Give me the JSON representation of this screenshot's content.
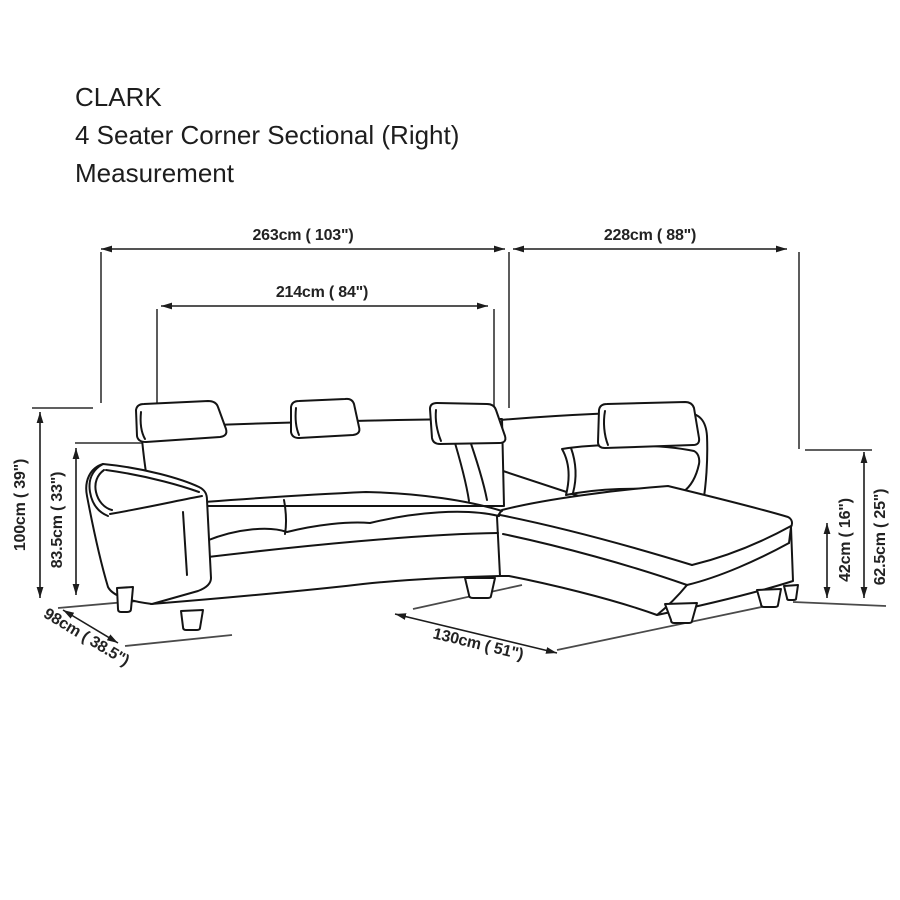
{
  "title": {
    "line1": "CLARK",
    "line2": "4 Seater Corner Sectional (Right)",
    "line3": "Measurement"
  },
  "dims": {
    "total_width": "263cm ( 103\")",
    "right_side_width": "228cm ( 88\")",
    "inner_width": "214cm ( 84\")",
    "total_height": "100cm ( 39\")",
    "back_height": "83.5cm ( 33\")",
    "seat_depth": "98cm ( 38.5\")",
    "chaise_length": "130cm ( 51\")",
    "seat_height": "42cm ( 16\")",
    "chaise_back_height": "62.5cm ( 25\")"
  },
  "figure": {
    "subject": "4 seater right corner sectional sofa line drawing"
  },
  "colors": {
    "sofa_line": "#141414",
    "dimension_line": "#3d3d3d",
    "background": "#ffffff",
    "text": "#1d1d1d"
  }
}
